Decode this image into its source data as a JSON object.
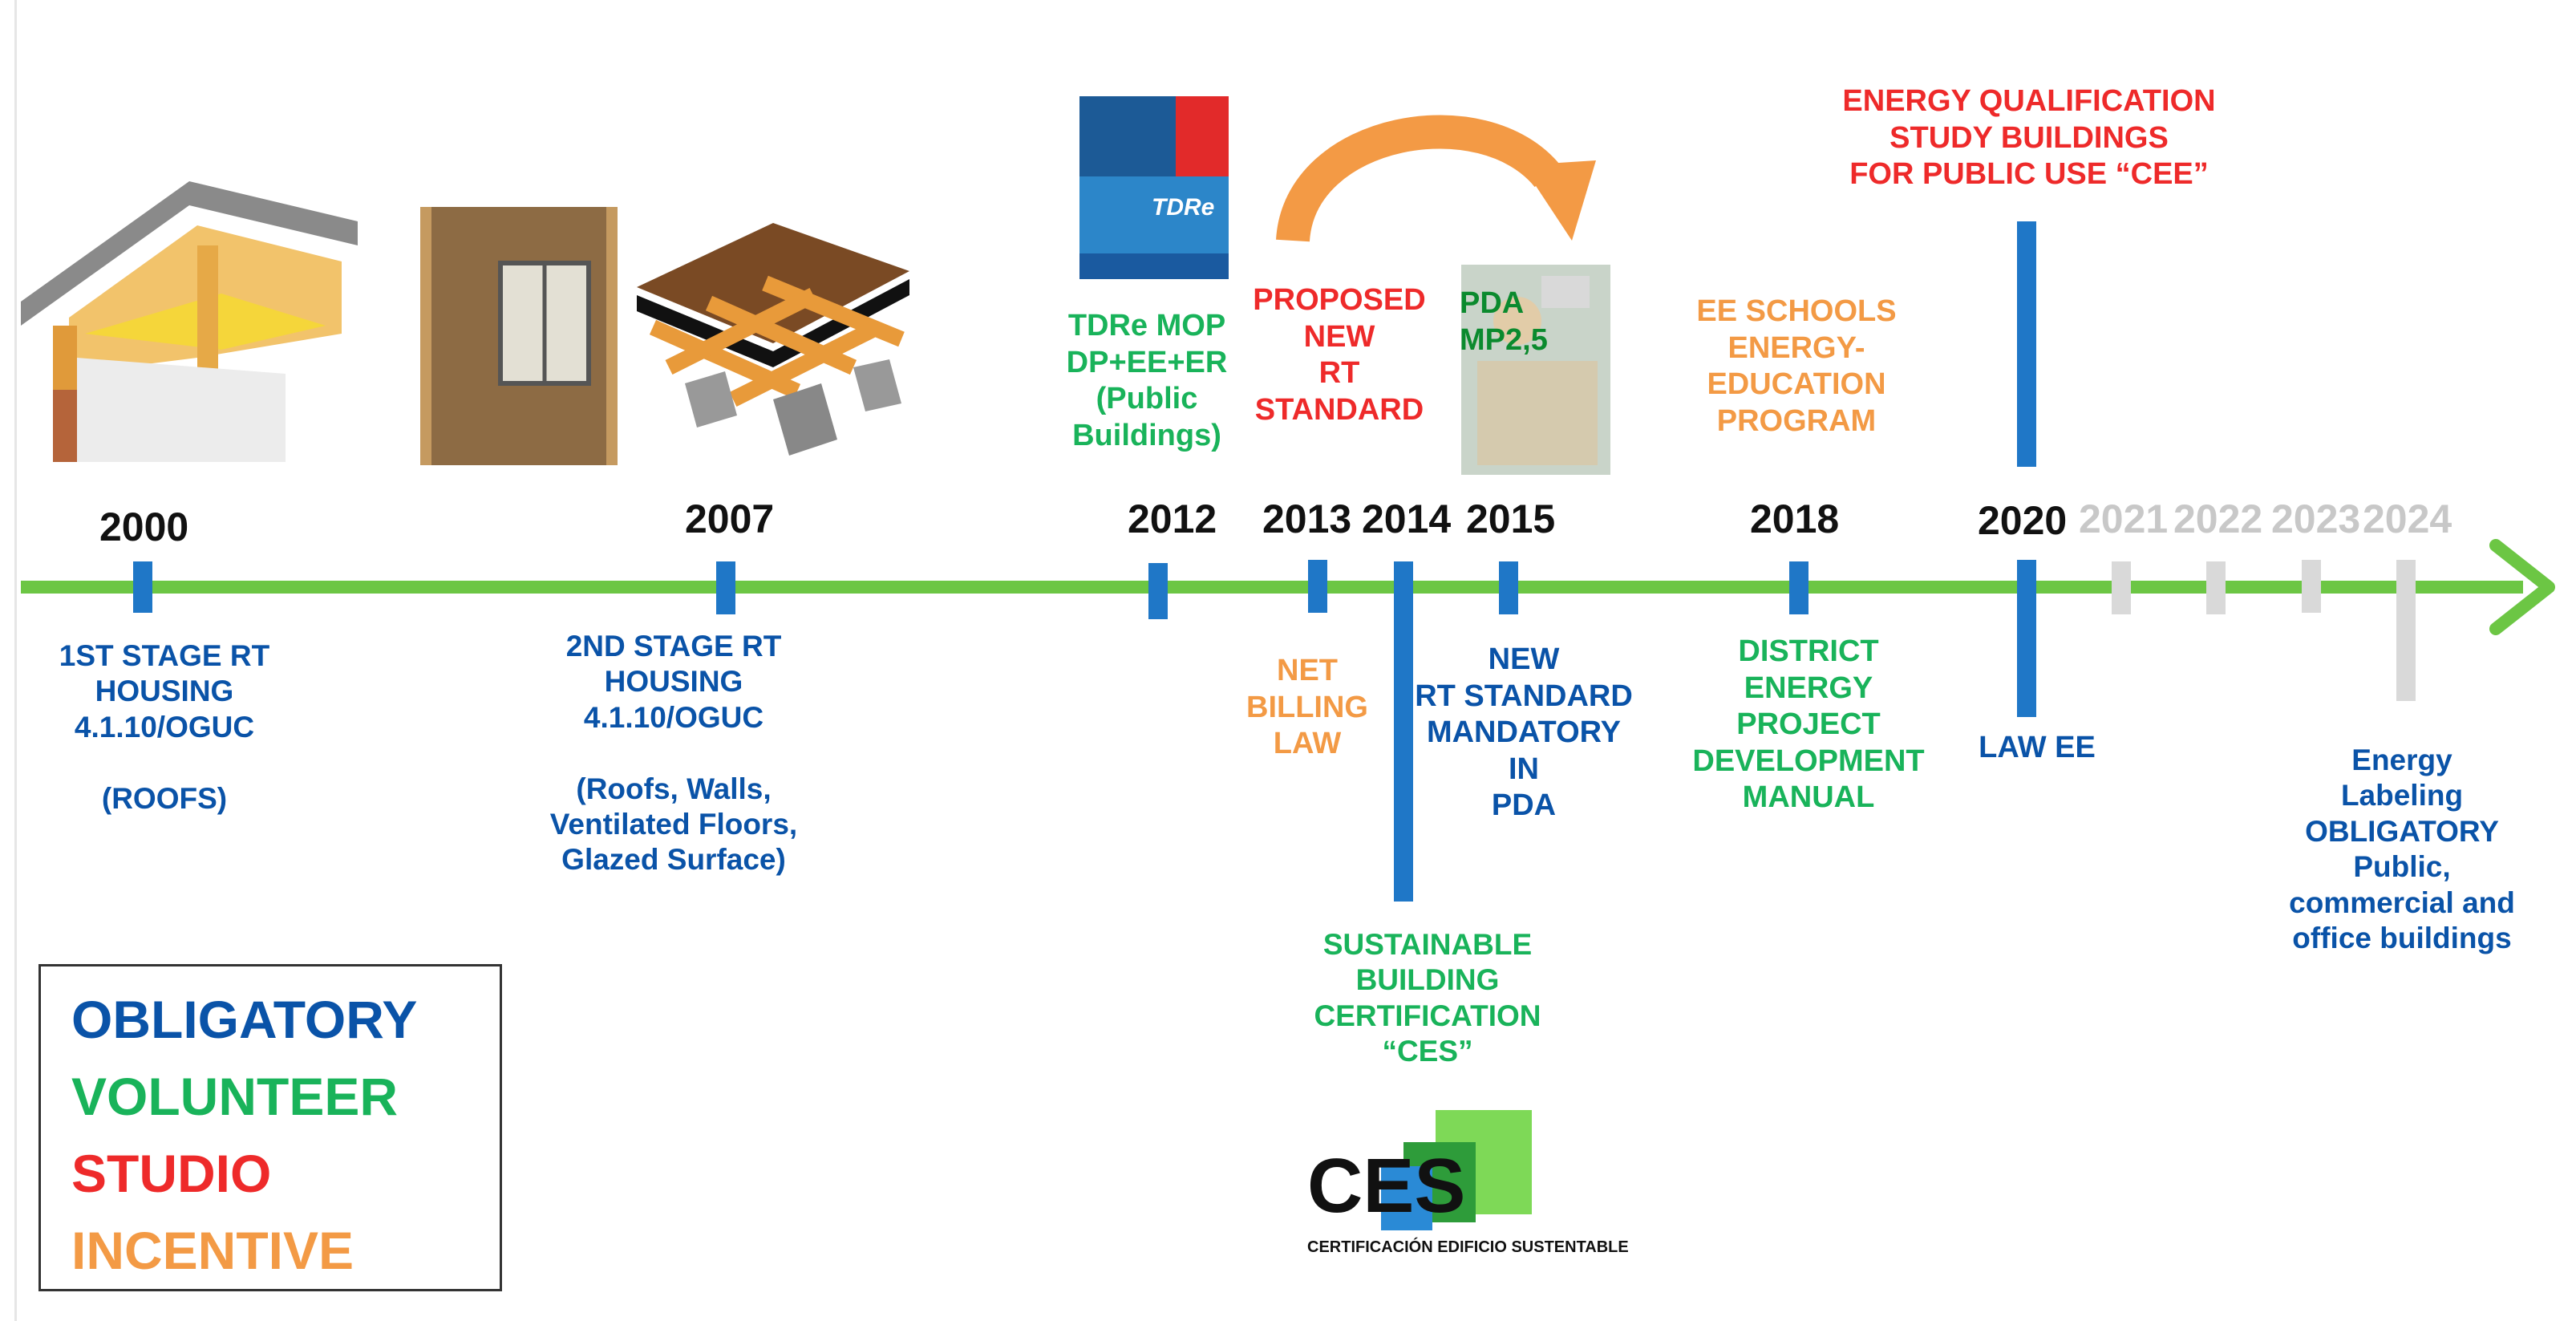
{
  "colors": {
    "obligatory": "#0a53a8",
    "volunteer": "#19b35a",
    "studio": "#ee2a2a",
    "incentive": "#f39a45",
    "timeline": "#6cc644",
    "future": "#c8c8c8"
  },
  "years": {
    "y2000": "2000",
    "y2007": "2007",
    "y2012": "2012",
    "y2013": "2013",
    "y2014": "2014",
    "y2015": "2015",
    "y2018": "2018",
    "y2020": "2020",
    "y2021": "2021",
    "y2022": "2022",
    "y2023": "2023",
    "y2024": "2024"
  },
  "events": {
    "stage1": "1ST STAGE RT\nHOUSING\n4.1.10/OGUC\n\n(ROOFS)",
    "stage2": "2ND STAGE RT\nHOUSING\n4.1.10/OGUC\n\n(Roofs, Walls,\nVentilated Floors,\nGlazed Surface)",
    "tdre": "TDRe MOP\nDP+EE+ER\n(Public\nBuildings)",
    "proposed_rt": "PROPOSED\nNEW\nRT\nSTANDARD",
    "pda": "PDA\nMP2,5",
    "net_billing": "NET\nBILLING\nLAW",
    "new_rt": "NEW\nRT STANDARD\nMANDATORY\nIN\nPDA",
    "ces": "SUSTAINABLE\nBUILDING\nCERTIFICATION\n“CES”",
    "ee_schools": "EE SCHOOLS\nENERGY-\nEDUCATION\nPROGRAM",
    "district": "DISTRICT\nENERGY\nPROJECT\nDEVELOPMENT\nMANUAL",
    "energy_qual": "ENERGY QUALIFICATION\nSTUDY BUILDINGS\nFOR PUBLIC USE “CEE”",
    "law_ee": "LAW EE",
    "labeling": "Energy\nLabeling\nOBLIGATORY\nPublic,\ncommercial and\noffice buildings"
  },
  "legend": {
    "obligatory": "OBLIGATORY",
    "volunteer": "VOLUNTEER",
    "studio": "STUDIO",
    "incentive": "INCENTIVE"
  },
  "booklet": {
    "title": "TDRe"
  },
  "ces_logo": {
    "mark": "CES",
    "caption": "CERTIFICACIÓN EDIFICIO SUSTENTABLE"
  }
}
